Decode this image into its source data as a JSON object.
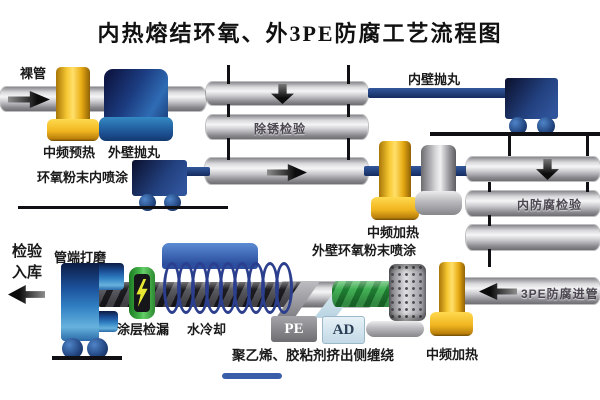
{
  "title": "内热熔结环氧、外3PE防腐工艺流程图",
  "labels": {
    "bare_pipe": "裸管",
    "preheat": "中频预热",
    "outer_wall_blast": "外壁抛丸",
    "rust_inspection": "除锈检验",
    "inner_wall_blast": "内壁抛丸",
    "epoxy_inner_spray": "环氧粉末内喷涂",
    "mid_freq_heating_1": "中频加热",
    "inner_coating_inspection": "内防腐检验",
    "inspect_line1": "检验",
    "inspect_line2": "入库",
    "pipe_end_grinding": "管端打磨",
    "coating_leak_test": "涂层检漏",
    "water_cooling": "水冷却",
    "pe": "PE",
    "ad": "AD",
    "extrusion_winding": "聚乙烯、胶粘剂挤出侧缠绕",
    "outer_epoxy_spray": "外壁环氧粉末喷涂",
    "mid_freq_heating_2": "中频加热",
    "pe_pipe_in": "3PE防腐进管"
  },
  "colors": {
    "device_yellow": "#f2c12e",
    "device_blue": "#2b5ca8",
    "cart_navy": "#1d2f66",
    "pipe_silver": "#c9c9cd",
    "leak_green": "#3fae3f",
    "pipe_green": "#2f9e45",
    "ad_blue": "#cfe3ee",
    "line_black": "#101014"
  }
}
